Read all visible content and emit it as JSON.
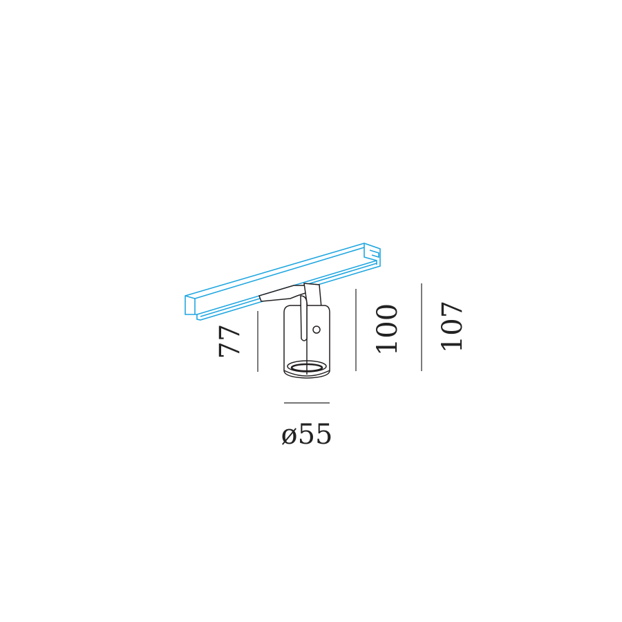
{
  "colors": {
    "track": "#1ea6e0",
    "fixture": "#231f20",
    "dimension": "#222222"
  },
  "dimensions": {
    "fixture_height": "77",
    "height_with_adapter": "100",
    "total_height": "107",
    "diameter": "ø55"
  }
}
